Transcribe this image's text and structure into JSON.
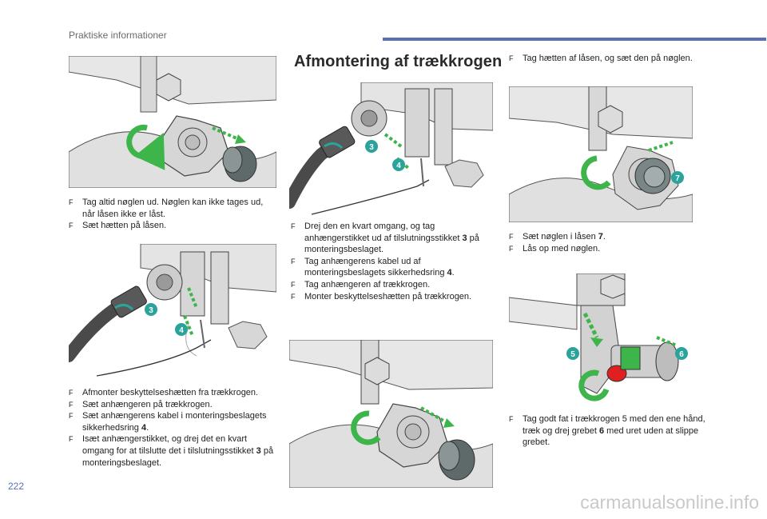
{
  "header": {
    "title": "Praktiske informationer"
  },
  "page_number": "222",
  "section": {
    "heading": "Afmontering af trækkrogen"
  },
  "callouts": {
    "n3": "3",
    "n4": "4",
    "n5": "5",
    "n6": "6",
    "n7": "7"
  },
  "col1": {
    "block1": [
      {
        "marker": "F",
        "text": "Tag altid nøglen ud. Nøglen kan ikke tages ud, når låsen ikke er låst."
      },
      {
        "marker": "F",
        "text": "Sæt hætten på låsen."
      }
    ],
    "block2": [
      {
        "marker": "F",
        "text": "Afmonter beskyttelseshætten fra trækkrogen."
      },
      {
        "marker": "F",
        "text": "Sæt anhængeren på trækkrogen."
      },
      {
        "marker": "F",
        "parts": [
          "Sæt anhængerens kabel i monteringsbeslagets sikkerhedsring ",
          "4",
          "."
        ]
      },
      {
        "marker": "F",
        "parts": [
          "Isæt anhængerstikket, og drej det en kvart omgang for at tilslutte det i tilslutningsstikket ",
          "3",
          " på monteringsbeslaget."
        ]
      }
    ]
  },
  "col2": {
    "block1": [
      {
        "marker": "F",
        "parts": [
          "Drej den en kvart omgang, og tag anhængerstikket ud af tilslutningsstikket ",
          "3",
          " på monteringsbeslaget."
        ]
      },
      {
        "marker": "F",
        "parts": [
          "Tag anhængerens kabel ud af monteringsbeslagets sikkerhedsring ",
          "4",
          "."
        ]
      },
      {
        "marker": "F",
        "text": "Tag anhængeren af trækkrogen."
      },
      {
        "marker": "F",
        "text": "Monter beskyttelseshætten på trækkrogen."
      }
    ]
  },
  "col3": {
    "block1": [
      {
        "marker": "F",
        "text": "Tag hætten af låsen, og sæt den på nøglen."
      }
    ],
    "block2": [
      {
        "marker": "F",
        "parts": [
          "Sæt nøglen i låsen ",
          "7",
          "."
        ]
      },
      {
        "marker": "F",
        "text": "Lås op med nøglen."
      }
    ],
    "block3": [
      {
        "marker": "F",
        "parts": [
          "Tag godt fat i trækkrogen 5 med den ene hånd, træk og drej grebet ",
          "6",
          " med uret uden at slippe grebet."
        ]
      }
    ]
  },
  "watermark": "carmanualsonline.info",
  "colors": {
    "accent_blue": "#5b6fb4",
    "callout_teal": "#2aa39a",
    "green_arrow": "#3db54a",
    "red_part": "#e02020"
  }
}
